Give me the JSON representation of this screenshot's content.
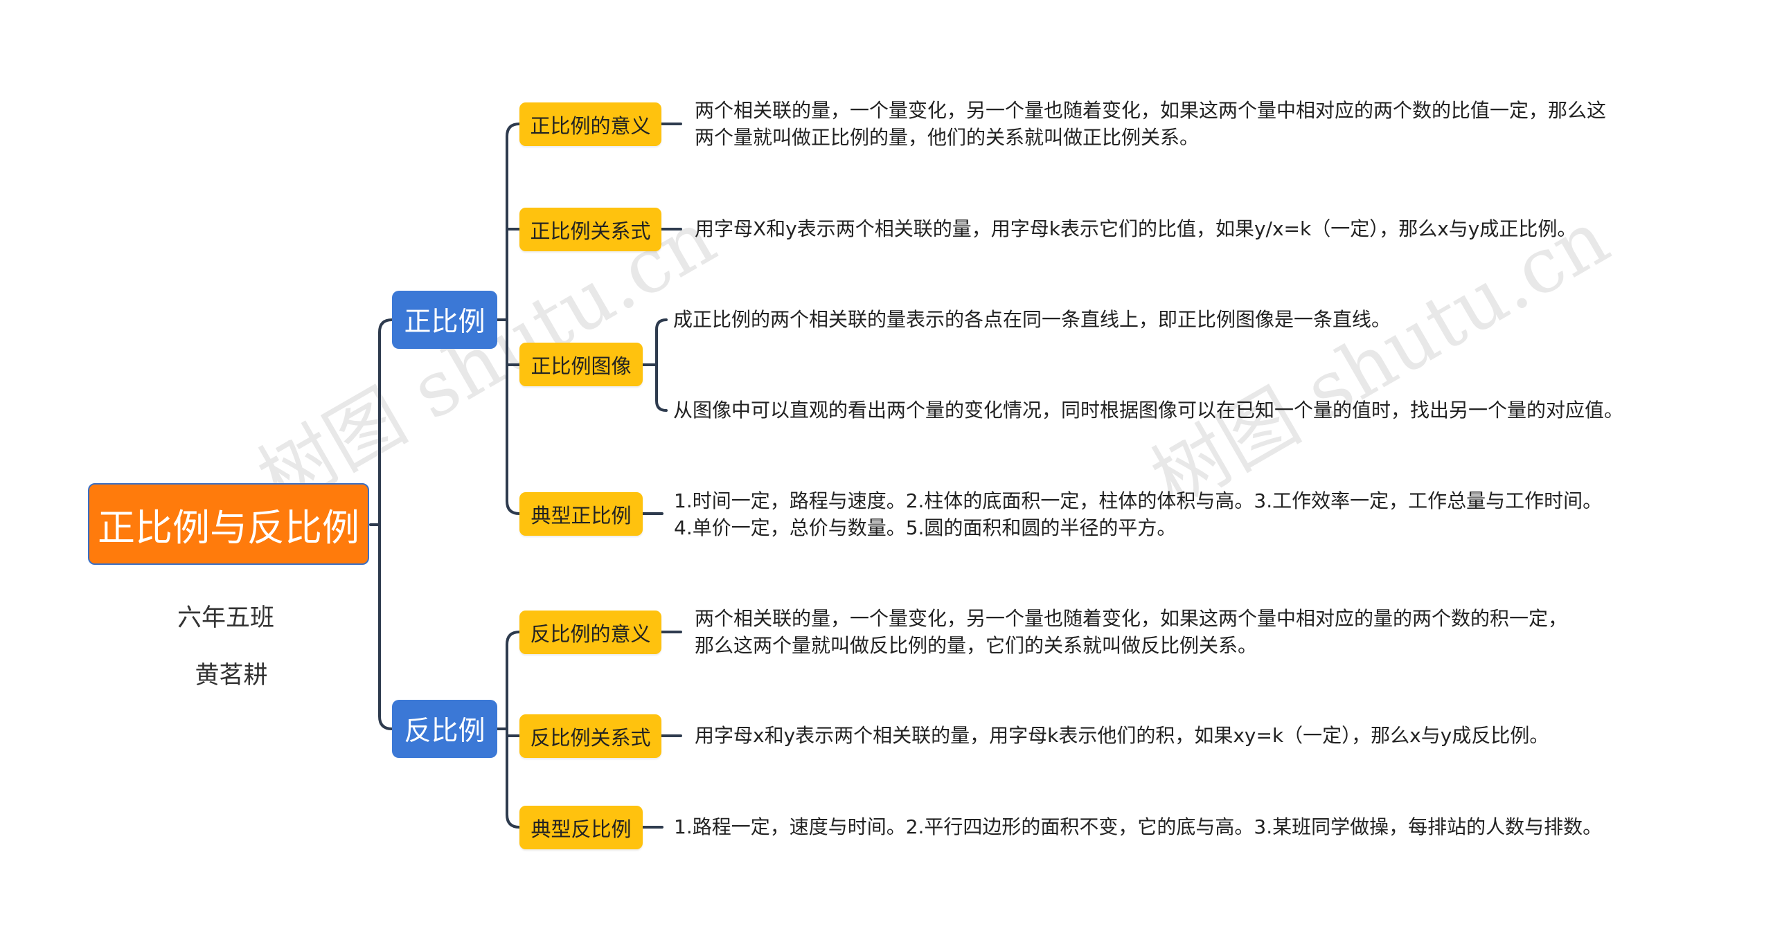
{
  "watermark": "树图 shutu.cn",
  "root": {
    "label": "正比例与反比例",
    "subtitle1": "六年五班",
    "subtitle2": "黄茗耕"
  },
  "branches": [
    {
      "label": "正比例",
      "children": [
        {
          "label": "正比例的意义",
          "lines": [
            "两个相关联的量，一个量变化，另一个量也随着变化，如果这两个量中相对应的两个数的比值一定，那么这",
            "两个量就叫做正比例的量，他们的关系就叫做正比例关系。"
          ]
        },
        {
          "label": "正比例关系式",
          "lines": [
            "用字母X和y表示两个相关联的量，用字母k表示它们的比值，如果y/x=k（一定），那么x与y成正比例。"
          ]
        },
        {
          "label": "正比例图像",
          "lines": [
            "成正比例的两个相关联的量表示的各点在同一条直线上，即正比例图像是一条直线。",
            "从图像中可以直观的看出两个量的变化情况，同时根据图像可以在已知一个量的值时，找出另一个量的对应值。"
          ]
        },
        {
          "label": "典型正比例",
          "lines": [
            "1.时间一定，路程与速度。2.柱体的底面积一定，柱体的体积与高。3.工作效率一定，工作总量与工作时间。",
            "4.单价一定，总价与数量。5.圆的面积和圆的半径的平方。"
          ]
        }
      ]
    },
    {
      "label": "反比例",
      "children": [
        {
          "label": "反比例的意义",
          "lines": [
            "两个相关联的量，一个量变化，另一个量也随着变化，如果这两个量中相对应的量的两个数的积一定，",
            "那么这两个量就叫做反比例的量，它们的关系就叫做反比例关系。"
          ]
        },
        {
          "label": "反比例关系式",
          "lines": [
            "用字母x和y表示两个相关联的量，用字母k表示他们的积，如果xy=k（一定），那么x与y成反比例。"
          ]
        },
        {
          "label": "典型反比例",
          "lines": [
            "1.路程一定，速度与时间。2.平行四边形的面积不变，它的底与高。3.某班同学做操，每排站的人数与排数。"
          ]
        }
      ]
    }
  ],
  "colors": {
    "root": "#ff7b0c",
    "level1": "#3b78d6",
    "level2": "#ffc20e",
    "line": "#2e3b4e"
  }
}
